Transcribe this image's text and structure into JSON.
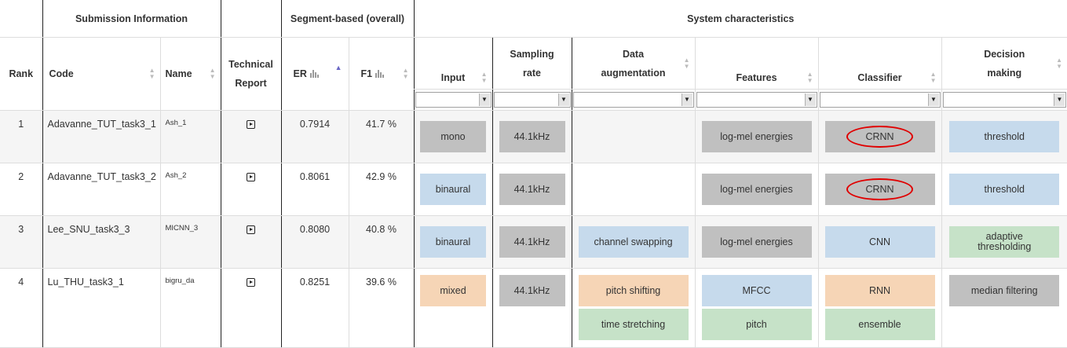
{
  "header": {
    "rank": "Rank",
    "submission_info": "Submission Information",
    "code": "Code",
    "name": "Name",
    "technical_report_1": "Technical",
    "technical_report_2": "Report",
    "segment_based": "Segment-based (overall)",
    "er": "ER",
    "f1": "F1",
    "system_characteristics": "System characteristics",
    "input": "Input",
    "sampling_rate_1": "Sampling",
    "sampling_rate_2": "rate",
    "data_aug_1": "Data",
    "data_aug_2": "augmentation",
    "features": "Features",
    "classifier": "Classifier",
    "decision_1": "Decision",
    "decision_2": "making"
  },
  "icons": {
    "sort": "sort-arrows-icon",
    "bars": "bar-chart-icon",
    "report": "report-document-icon",
    "dropdown": "dropdown-arrow-icon",
    "sort_active": "sort-ascending-icon"
  },
  "colors": {
    "grey": "#c0c0c0",
    "blue": "#c6daec",
    "orange": "#f6d5b6",
    "green": "#c6e2c8",
    "highlight_ring": "#e00000",
    "sort_active": "#6a67c5"
  },
  "rows": [
    {
      "rank": "1",
      "code": "Adavanne_TUT_task3_1",
      "name": "Ash_1",
      "er": "0.7914",
      "f1": "41.7 %",
      "input": "mono",
      "sampling_rate": "44.1kHz",
      "data_aug_1": "",
      "data_aug_2": "",
      "features_1": "log-mel energies",
      "features_2": "",
      "classifier_1": "CRNN",
      "classifier_2": "",
      "decision": "threshold"
    },
    {
      "rank": "2",
      "code": "Adavanne_TUT_task3_2",
      "name": "Ash_2",
      "er": "0.8061",
      "f1": "42.9 %",
      "input": "binaural",
      "sampling_rate": "44.1kHz",
      "data_aug_1": "",
      "data_aug_2": "",
      "features_1": "log-mel energies",
      "features_2": "",
      "classifier_1": "CRNN",
      "classifier_2": "",
      "decision": "threshold"
    },
    {
      "rank": "3",
      "code": "Lee_SNU_task3_3",
      "name": "MICNN_3",
      "er": "0.8080",
      "f1": "40.8 %",
      "input": "binaural",
      "sampling_rate": "44.1kHz",
      "data_aug_1": "channel swapping",
      "data_aug_2": "",
      "features_1": "log-mel energies",
      "features_2": "",
      "classifier_1": "CNN",
      "classifier_2": "",
      "decision_1": "adaptive",
      "decision_2": "thresholding"
    },
    {
      "rank": "4",
      "code": "Lu_THU_task3_1",
      "name": "bigru_da",
      "er": "0.8251",
      "f1": "39.6 %",
      "input": "mixed",
      "sampling_rate": "44.1kHz",
      "data_aug_1": "pitch shifting",
      "data_aug_2": "time stretching",
      "features_1": "MFCC",
      "features_2": "pitch",
      "classifier_1": "RNN",
      "classifier_2": "ensemble",
      "decision": "median filtering"
    }
  ]
}
